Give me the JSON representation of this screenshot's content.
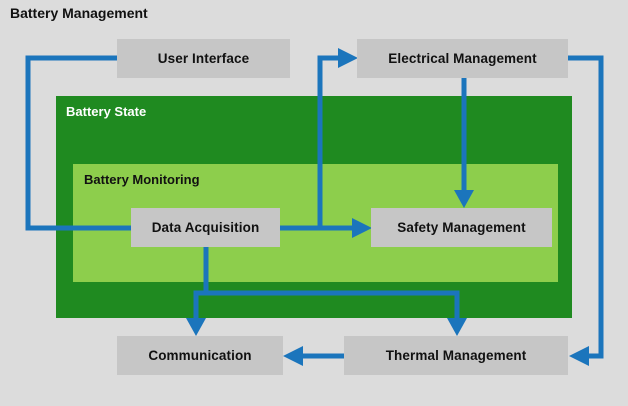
{
  "diagram": {
    "title": "Battery Management",
    "type": "block-diagram",
    "background_color": "#dcdcdc",
    "accent_color": "#1b75bc",
    "groups": [
      {
        "id": "battery-state",
        "label": "Battery State",
        "color": "#1f8a20",
        "label_color": "#ffffff"
      },
      {
        "id": "battery-monitoring",
        "label": "Battery Monitoring",
        "color": "#8dce4c",
        "label_color": "#111111"
      }
    ],
    "nodes": [
      {
        "id": "user-interface",
        "label": "User Interface",
        "color": "#c6c6c6"
      },
      {
        "id": "electrical-management",
        "label": "Electrical Management",
        "color": "#c6c6c6"
      },
      {
        "id": "data-acquisition",
        "label": "Data Acquisition",
        "color": "#c6c6c6"
      },
      {
        "id": "safety-management",
        "label": "Safety Management",
        "color": "#c6c6c6"
      },
      {
        "id": "communication",
        "label": "Communication",
        "color": "#c6c6c6"
      },
      {
        "id": "thermal-management",
        "label": "Thermal Management",
        "color": "#c6c6c6"
      }
    ],
    "connections": [
      {
        "from": "data-acquisition",
        "to": "user-interface",
        "style": "elbow-left-up"
      },
      {
        "from": "data-acquisition",
        "to": "safety-management",
        "style": "straight-right"
      },
      {
        "from": "data-acquisition",
        "to": "electrical-management",
        "style": "elbow-up-right"
      },
      {
        "from": "electrical-management",
        "to": "safety-management",
        "style": "straight-down"
      },
      {
        "from": "electrical-management",
        "to": "thermal-management",
        "style": "elbow-right-down-left"
      },
      {
        "from": "data-acquisition",
        "to": "communication",
        "style": "elbow-down"
      },
      {
        "from": "data-acquisition",
        "to": "thermal-management",
        "style": "elbow-down-right"
      },
      {
        "from": "thermal-management",
        "to": "communication",
        "style": "straight-left"
      }
    ]
  }
}
